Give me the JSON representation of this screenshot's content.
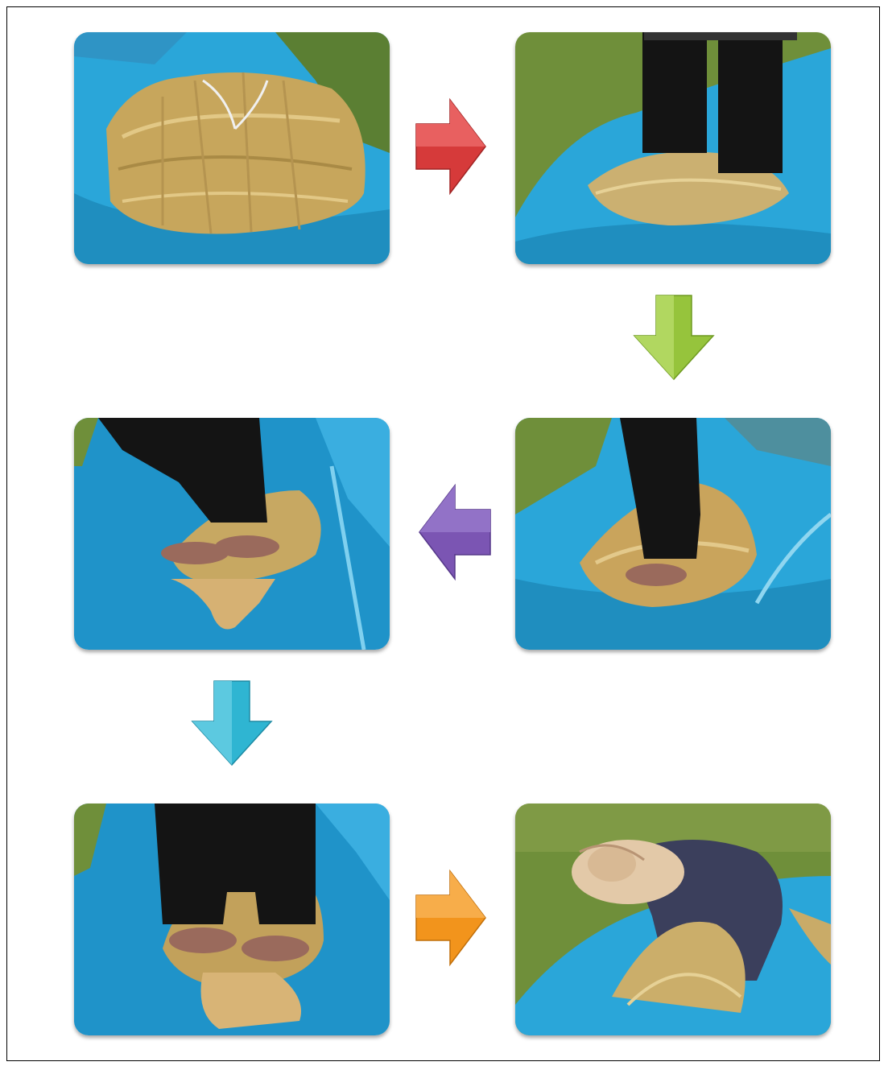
{
  "diagram": {
    "steps": [
      {
        "id": 1,
        "scene": "bundle-on-net"
      },
      {
        "id": 2,
        "scene": "trampling-start"
      },
      {
        "id": 3,
        "scene": "trampling-close"
      },
      {
        "id": 4,
        "scene": "trampling-grains-appear"
      },
      {
        "id": 5,
        "scene": "trampling-grains-collected"
      },
      {
        "id": 6,
        "scene": "gathering-straw"
      }
    ],
    "arrows": [
      {
        "from": 1,
        "to": 2,
        "direction": "right",
        "color": "#d63a3a"
      },
      {
        "from": 2,
        "to": 3,
        "direction": "down",
        "color": "#96c43c"
      },
      {
        "from": 3,
        "to": 4,
        "direction": "left",
        "color": "#7b55b3"
      },
      {
        "from": 4,
        "to": 5,
        "direction": "down",
        "color": "#2fb5d2"
      },
      {
        "from": 5,
        "to": 6,
        "direction": "right",
        "color": "#f2941c"
      }
    ],
    "colors": {
      "net": "#2aa6d9",
      "straw": "#d2b46a",
      "grass": "#6f8f3a",
      "trousers": "#141414",
      "skin": "#9a6a5c",
      "grain": "#c9a46a"
    }
  }
}
